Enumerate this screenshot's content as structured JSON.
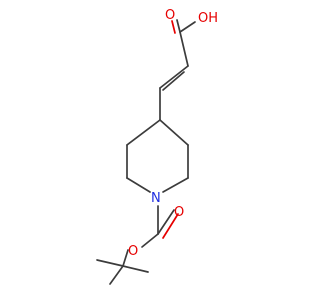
{
  "molecule": {
    "atoms": {
      "o_carbonyl_top": "O",
      "hydroxyl": "OH",
      "nitrogen": "N",
      "o_carbonyl_bottom": "O",
      "o_ester": "O"
    },
    "colors": {
      "bond": "#3c3c3c",
      "oxygen": "#e60000",
      "nitrogen": "#1f2ee0",
      "background": "#ffffff"
    }
  }
}
